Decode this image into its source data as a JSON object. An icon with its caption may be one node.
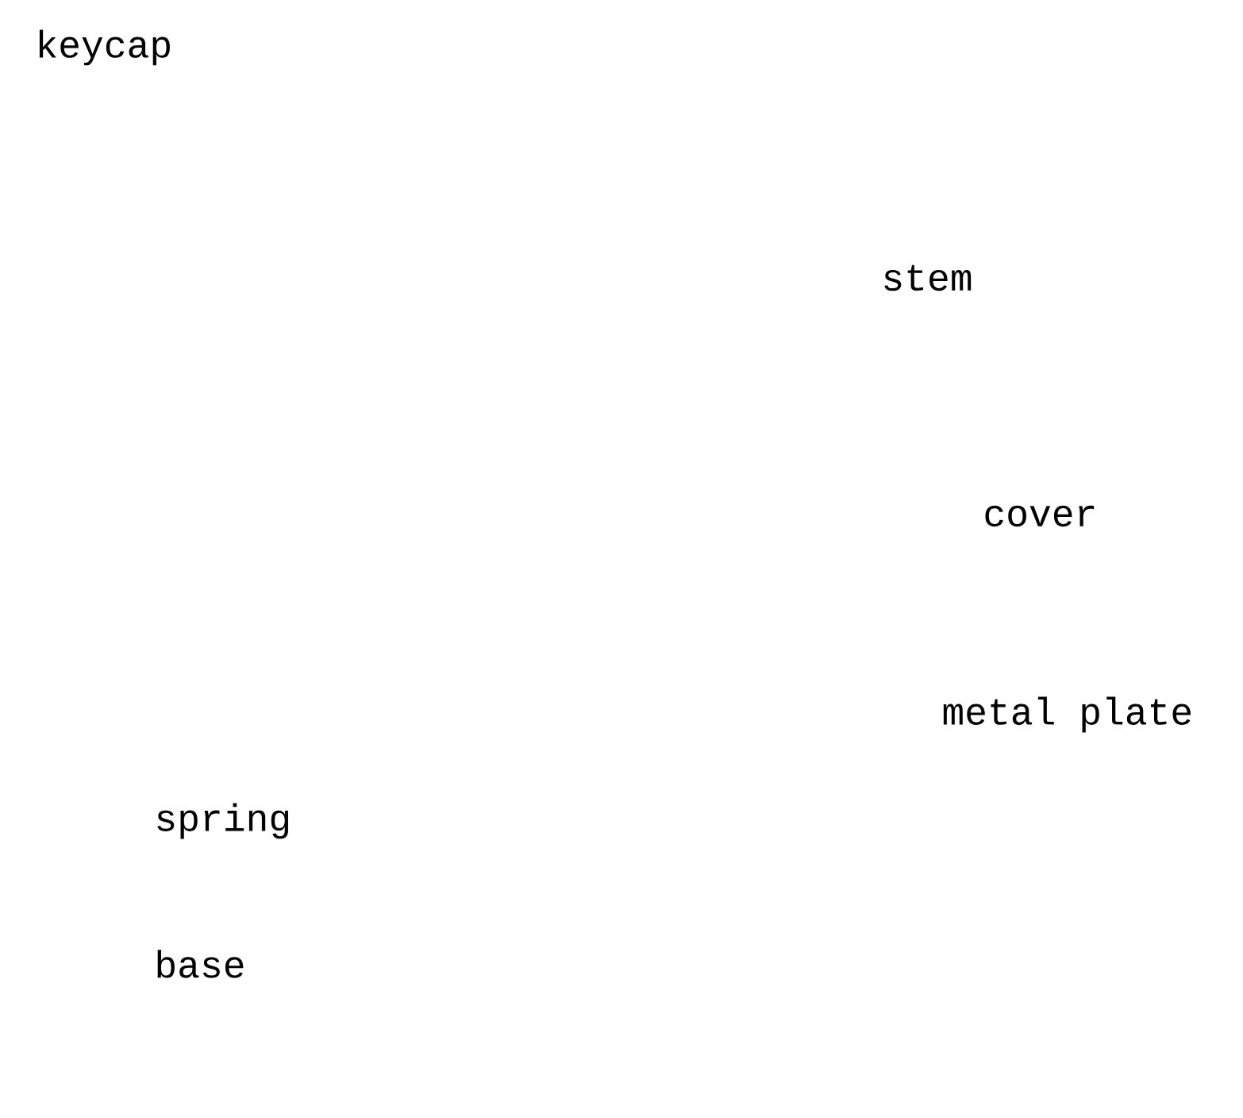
{
  "diagram": {
    "labels": [
      "keycap",
      "stem",
      "cover",
      "metal plate",
      "spring",
      "base"
    ]
  }
}
